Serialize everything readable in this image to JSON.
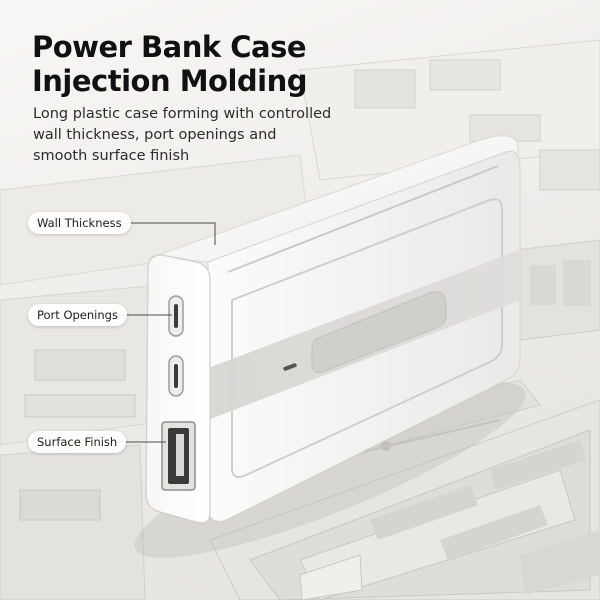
{
  "title": {
    "line1": "Power Bank Case",
    "line2": "Injection Molding"
  },
  "description": {
    "line1": "Long plastic case forming with controlled",
    "line2": "wall thickness, port openings and",
    "line3": "smooth surface finish"
  },
  "callouts": [
    {
      "label": "Wall Thickness"
    },
    {
      "label": "Port Openings"
    },
    {
      "label": "Surface Finish"
    }
  ],
  "colors": {
    "background": "#f1f1ef",
    "case": "#f5f5f3",
    "stripe": "#dcdcda",
    "text": "#111111"
  }
}
